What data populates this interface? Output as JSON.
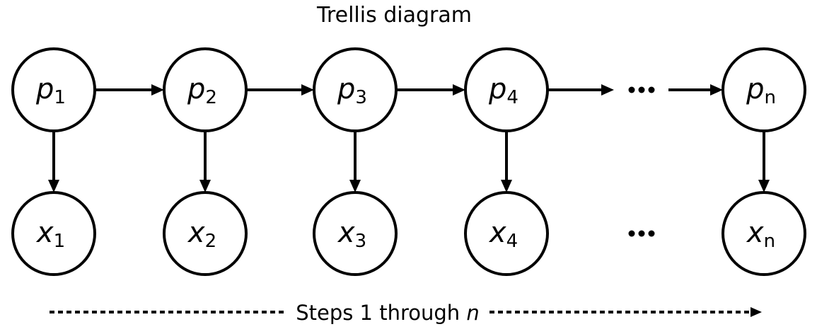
{
  "title": "Trellis diagram",
  "top_row": {
    "letter": "p",
    "subscripts": [
      "1",
      "2",
      "3",
      "4",
      "n"
    ]
  },
  "bottom_row": {
    "letter": "x",
    "subscripts": [
      "1",
      "2",
      "3",
      "4",
      "n"
    ]
  },
  "ellipsis": "•••",
  "footer": {
    "text": "Steps 1 through ",
    "variable": "n"
  },
  "colors": {
    "stroke": "#000000",
    "fill": "#ffffff"
  }
}
